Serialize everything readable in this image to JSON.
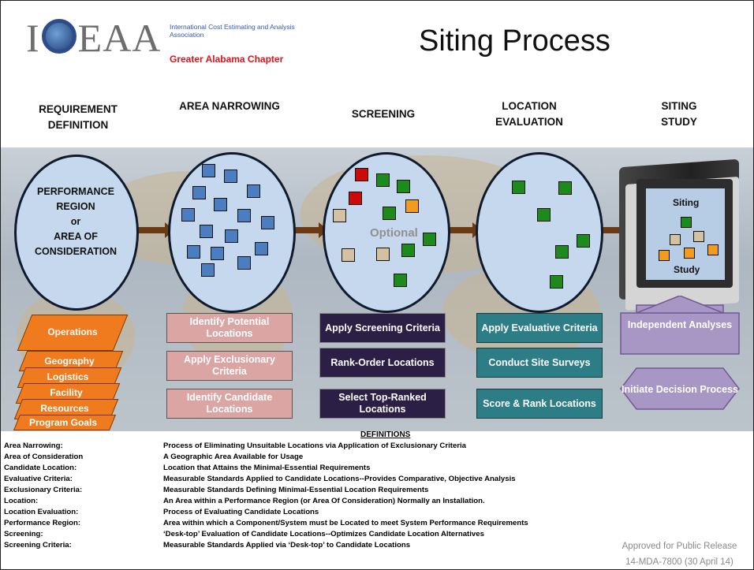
{
  "header": {
    "logo_text_left": "I",
    "logo_text_right": "EAA",
    "logo_small": "International Cost Estimating and Analysis Association",
    "chapter": "Greater Alabama Chapter",
    "title": "Siting Process"
  },
  "stages": [
    {
      "line1": "REQUIREMENT",
      "line2": "DEFINITION"
    },
    {
      "line1": "AREA NARROWING",
      "line2": ""
    },
    {
      "line1": "SCREENING",
      "line2": ""
    },
    {
      "line1": "LOCATION",
      "line2": "EVALUATION"
    },
    {
      "line1": "SITING",
      "line2": "STUDY"
    }
  ],
  "circle1": {
    "l1": "PERFORMANCE",
    "l2": "REGION",
    "l3": "or",
    "l4": "AREA OF",
    "l5": "CONSIDERATION"
  },
  "optional_label": "Optional",
  "book": {
    "top": "Siting",
    "bottom": "Study"
  },
  "requirements_stack": [
    "Operations",
    "Geography",
    "Logistics",
    "Facility",
    "Resources",
    "Program Goals"
  ],
  "area_narrowing_boxes": [
    "Identify  Potential Locations",
    "Apply Exclusionary Criteria",
    "Identify  Candidate Locations"
  ],
  "screening_boxes": [
    "Apply Screening Criteria",
    "Rank-Order Locations",
    "Select Top-Ranked Locations"
  ],
  "evaluation_boxes": [
    "Apply Evaluative Criteria",
    "Conduct Site Surveys",
    "Score & Rank Locations"
  ],
  "study_shapes": {
    "up": "Independent Analyses",
    "down": "Initiate Decision Process"
  },
  "definitions_title": "DEFINITIONS",
  "definitions": [
    {
      "term": "Area Narrowing:",
      "text": "Process of Eliminating Unsuitable Locations via Application of Exclusionary Criteria"
    },
    {
      "term": "Area of Consideration",
      "text": "A Geographic Area Available for Usage"
    },
    {
      "term": "Candidate Location:",
      "text": "Location that Attains the Minimal-Essential Requirements"
    },
    {
      "term": "Evaluative Criteria:",
      "text": "Measurable Standards Applied to Candidate Locations--Provides Comparative, Objective Analysis"
    },
    {
      "term": "Exclusionary Criteria:",
      "text": "Measurable Standards Defining Minimal-Essential Location Requirements"
    },
    {
      "term": "Location:",
      "text": "An Area within a Performance Region (or Area Of Consideration) Normally an Installation."
    },
    {
      "term": "Location Evaluation:",
      "text": "Process of Evaluating Candidate Locations"
    },
    {
      "term": "Performance Region:",
      "text": "Area within which a Component/System must be Located to meet System Performance Requirements"
    },
    {
      "term": "Screening:",
      "text": "‘Desk-top’ Evaluation of Candidate Locations--Optimizes Candidate Location Alternatives"
    },
    {
      "term": "Screening Criteria:",
      "text": "Measurable Standards Applied via ‘Desk-top’ to Candidate Locations"
    }
  ],
  "release": {
    "line1": "Approved for Public Release",
    "line2": "14-MDA-7800 (30 April 14)"
  }
}
